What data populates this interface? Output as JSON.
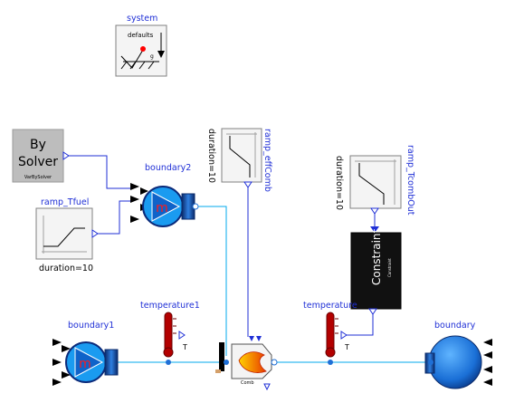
{
  "components": {
    "system": {
      "name": "system",
      "defaults": "defaults",
      "g": "g"
    },
    "by_solver": {
      "line1": "By",
      "line2": "Solver",
      "caption": "VarBySolver"
    },
    "ramp_tfuel": {
      "name": "ramp_Tfuel",
      "param": "duration=10"
    },
    "boundary2": {
      "name": "boundary2",
      "symbol": "m"
    },
    "ramp_effcomb": {
      "name": "ramp_effComb",
      "param": "duration=10"
    },
    "ramp_tcombout": {
      "name": "ramp_TcombOut",
      "param": "duration=10"
    },
    "constraint": {
      "label": "Constraint",
      "caption": "Constraint"
    },
    "boundary1": {
      "name": "boundary1",
      "symbol": "m"
    },
    "temperature1": {
      "name": "temperature1",
      "port": "T"
    },
    "combustor": {
      "caption": "Comb"
    },
    "temperature": {
      "name": "temperature",
      "port": "T"
    },
    "boundary": {
      "name": "boundary"
    }
  },
  "colors": {
    "label": "#1f2fd6",
    "fluid_line": "#00aaee",
    "signal_line": "#1f2fd6",
    "pump_fill": "#1a9bf0",
    "sensor": "#b30000",
    "constraint_bg": "#111111"
  }
}
